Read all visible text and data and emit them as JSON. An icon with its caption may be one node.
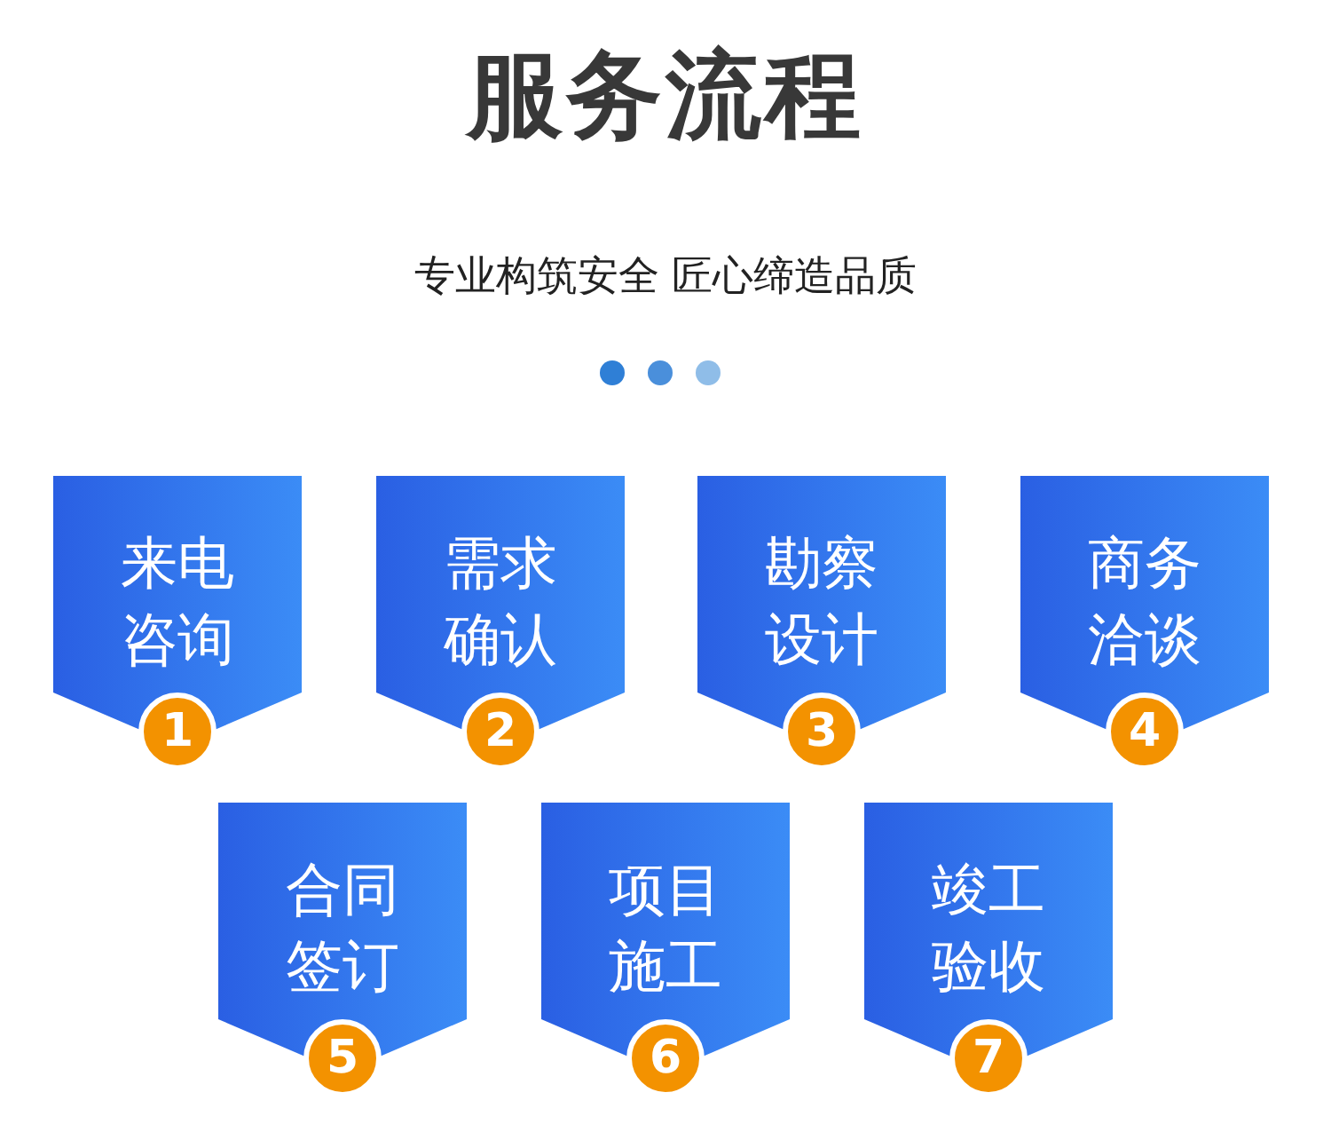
{
  "diagram": {
    "title": "服务流程",
    "nodes": [
      {
        "text": [
          "来电咨询"
        ]
      },
      {
        "text": [
          "1"
        ]
      },
      {
        "text": [
          "需求确认"
        ]
      },
      {
        "text": [
          "2"
        ]
      },
      {
        "text": [
          "勘察设计"
        ]
      },
      {
        "text": [
          "3"
        ]
      },
      {
        "text": [
          "商务洽谈"
        ]
      },
      {
        "text": [
          "4"
        ]
      },
      {
        "text": [
          "合同签订"
        ]
      },
      {
        "text": [
          "5"
        ]
      },
      {
        "text": [
          "项目施工"
        ]
      },
      {
        "text": [
          "6"
        ]
      },
      {
        "text": [
          "竣工验收"
        ]
      },
      {
        "text": [
          "7"
        ]
      }
    ],
    "labels": [
      "专业构筑安全 匠心缔造品质"
    ]
  }
}
